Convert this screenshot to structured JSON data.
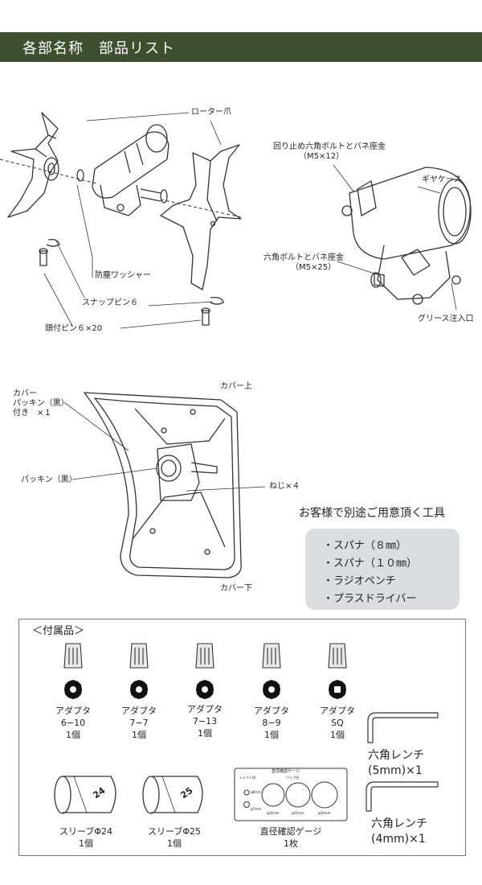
{
  "header": {
    "title": "各部名称　部品リスト"
  },
  "tiller_labels": {
    "rotor_claw": "ローター爪",
    "dust_washer": "防塵ワッシャー",
    "snap_pin": "スナップピン６",
    "head_pin": "頭付ピン６×20"
  },
  "gear_labels": {
    "lock_bolt": "回り止め六角ボルトとバネ座金",
    "lock_bolt_size": "（M5×12）",
    "gear_case": "ギヤケース",
    "hex_bolt": "六角ボルトとバネ座金",
    "hex_bolt_size": "（M5×25）",
    "grease_inlet": "グリース注入口"
  },
  "cover_labels": {
    "cover_top": "カバー上",
    "cover_packing_1": "カバー",
    "cover_packing_2": "パッキン（黒）",
    "cover_packing_3": "付き　×１",
    "packing": "パッキン（黒）",
    "screw": "ねじ×４",
    "cover_bottom": "カバー下"
  },
  "tools": {
    "title": "お客様で別途ご用意頂く工具",
    "items": [
      "・スパナ（８㎜）",
      "・スパナ（１０㎜）",
      "・ラジオペンチ",
      "・プラスドライバー"
    ]
  },
  "accessories": {
    "title": "＜付属品＞",
    "adapters": [
      {
        "name": "アダプタ",
        "size": "6−10",
        "qty": "1個"
      },
      {
        "name": "アダプタ",
        "size": "7−7",
        "qty": "1個"
      },
      {
        "name": "アダプタ",
        "size": "7−13",
        "qty": "1個"
      },
      {
        "name": "アダプタ",
        "size": "8−9",
        "qty": "1個"
      },
      {
        "name": "アダプタ",
        "size": "SQ",
        "qty": "1個"
      }
    ],
    "sleeves": [
      {
        "name": "スリーブΦ24",
        "qty": "1個",
        "mark": "24"
      },
      {
        "name": "スリーブΦ25",
        "qty": "1個",
        "mark": "25"
      }
    ],
    "gauge": {
      "name": "直径確認ゲージ",
      "qty": "1枚",
      "title": "直径確認ゲージ",
      "shaft_label": "シャフト径",
      "pipe_label": "パイプ径",
      "s1": "φ6mm",
      "s2": "φ7mm",
      "p1": "φ24mm",
      "p2": "φ25mm",
      "p3": "φ26mm"
    },
    "wrenches": [
      {
        "line1": "六角レンチ",
        "line2": "(5mm)×1"
      },
      {
        "line1": "六角レンチ",
        "line2": "(4mm)×1"
      }
    ]
  }
}
